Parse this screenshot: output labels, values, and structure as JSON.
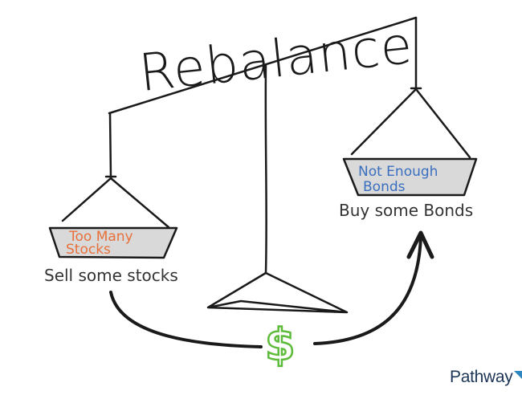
{
  "title": "Rebalance",
  "left_pan": {
    "label_line1": "Too Many",
    "label_line2": "Stocks",
    "caption": "Sell some stocks"
  },
  "right_pan": {
    "label_line1": "Not Enough",
    "label_line2": "Bonds",
    "caption": "Buy some Bonds"
  },
  "transfer_symbol": "$",
  "logo": {
    "text": "Pathway",
    "accent_color": "#2e86c1"
  },
  "colors": {
    "ink": "#1a1a1a",
    "stocks_label": "#e8703a",
    "bonds_label": "#3a6fc0",
    "dollar": "#5dbb3a",
    "pan_fill": "#d9d9d9"
  }
}
